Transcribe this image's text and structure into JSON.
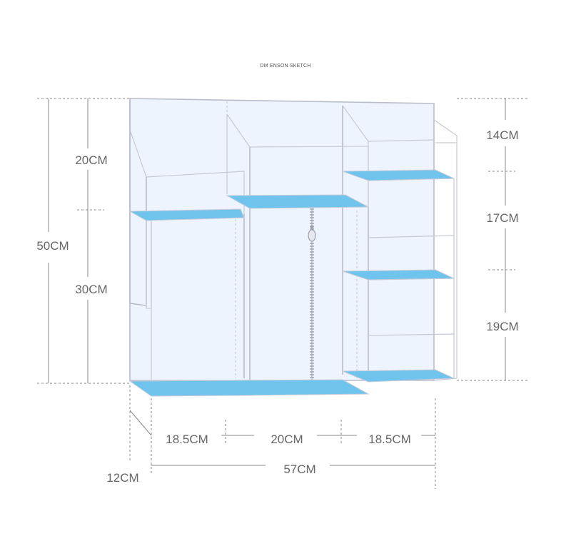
{
  "title": "DM ENSON SKETCH",
  "colors": {
    "panel": "#eef4fd",
    "shelf": "#6fc4ee",
    "frame": "#b9bccb",
    "dimension_line": "#8a8a8a",
    "text": "#666666"
  },
  "dimensions": {
    "total_height": "50CM",
    "left_upper": "20CM",
    "left_lower": "30CM",
    "right_top": "14CM",
    "right_middle": "17CM",
    "right_bottom": "19CM",
    "width_left": "18.5CM",
    "width_center": "20CM",
    "width_right": "18.5CM",
    "total_width": "57CM",
    "depth": "12CM"
  }
}
